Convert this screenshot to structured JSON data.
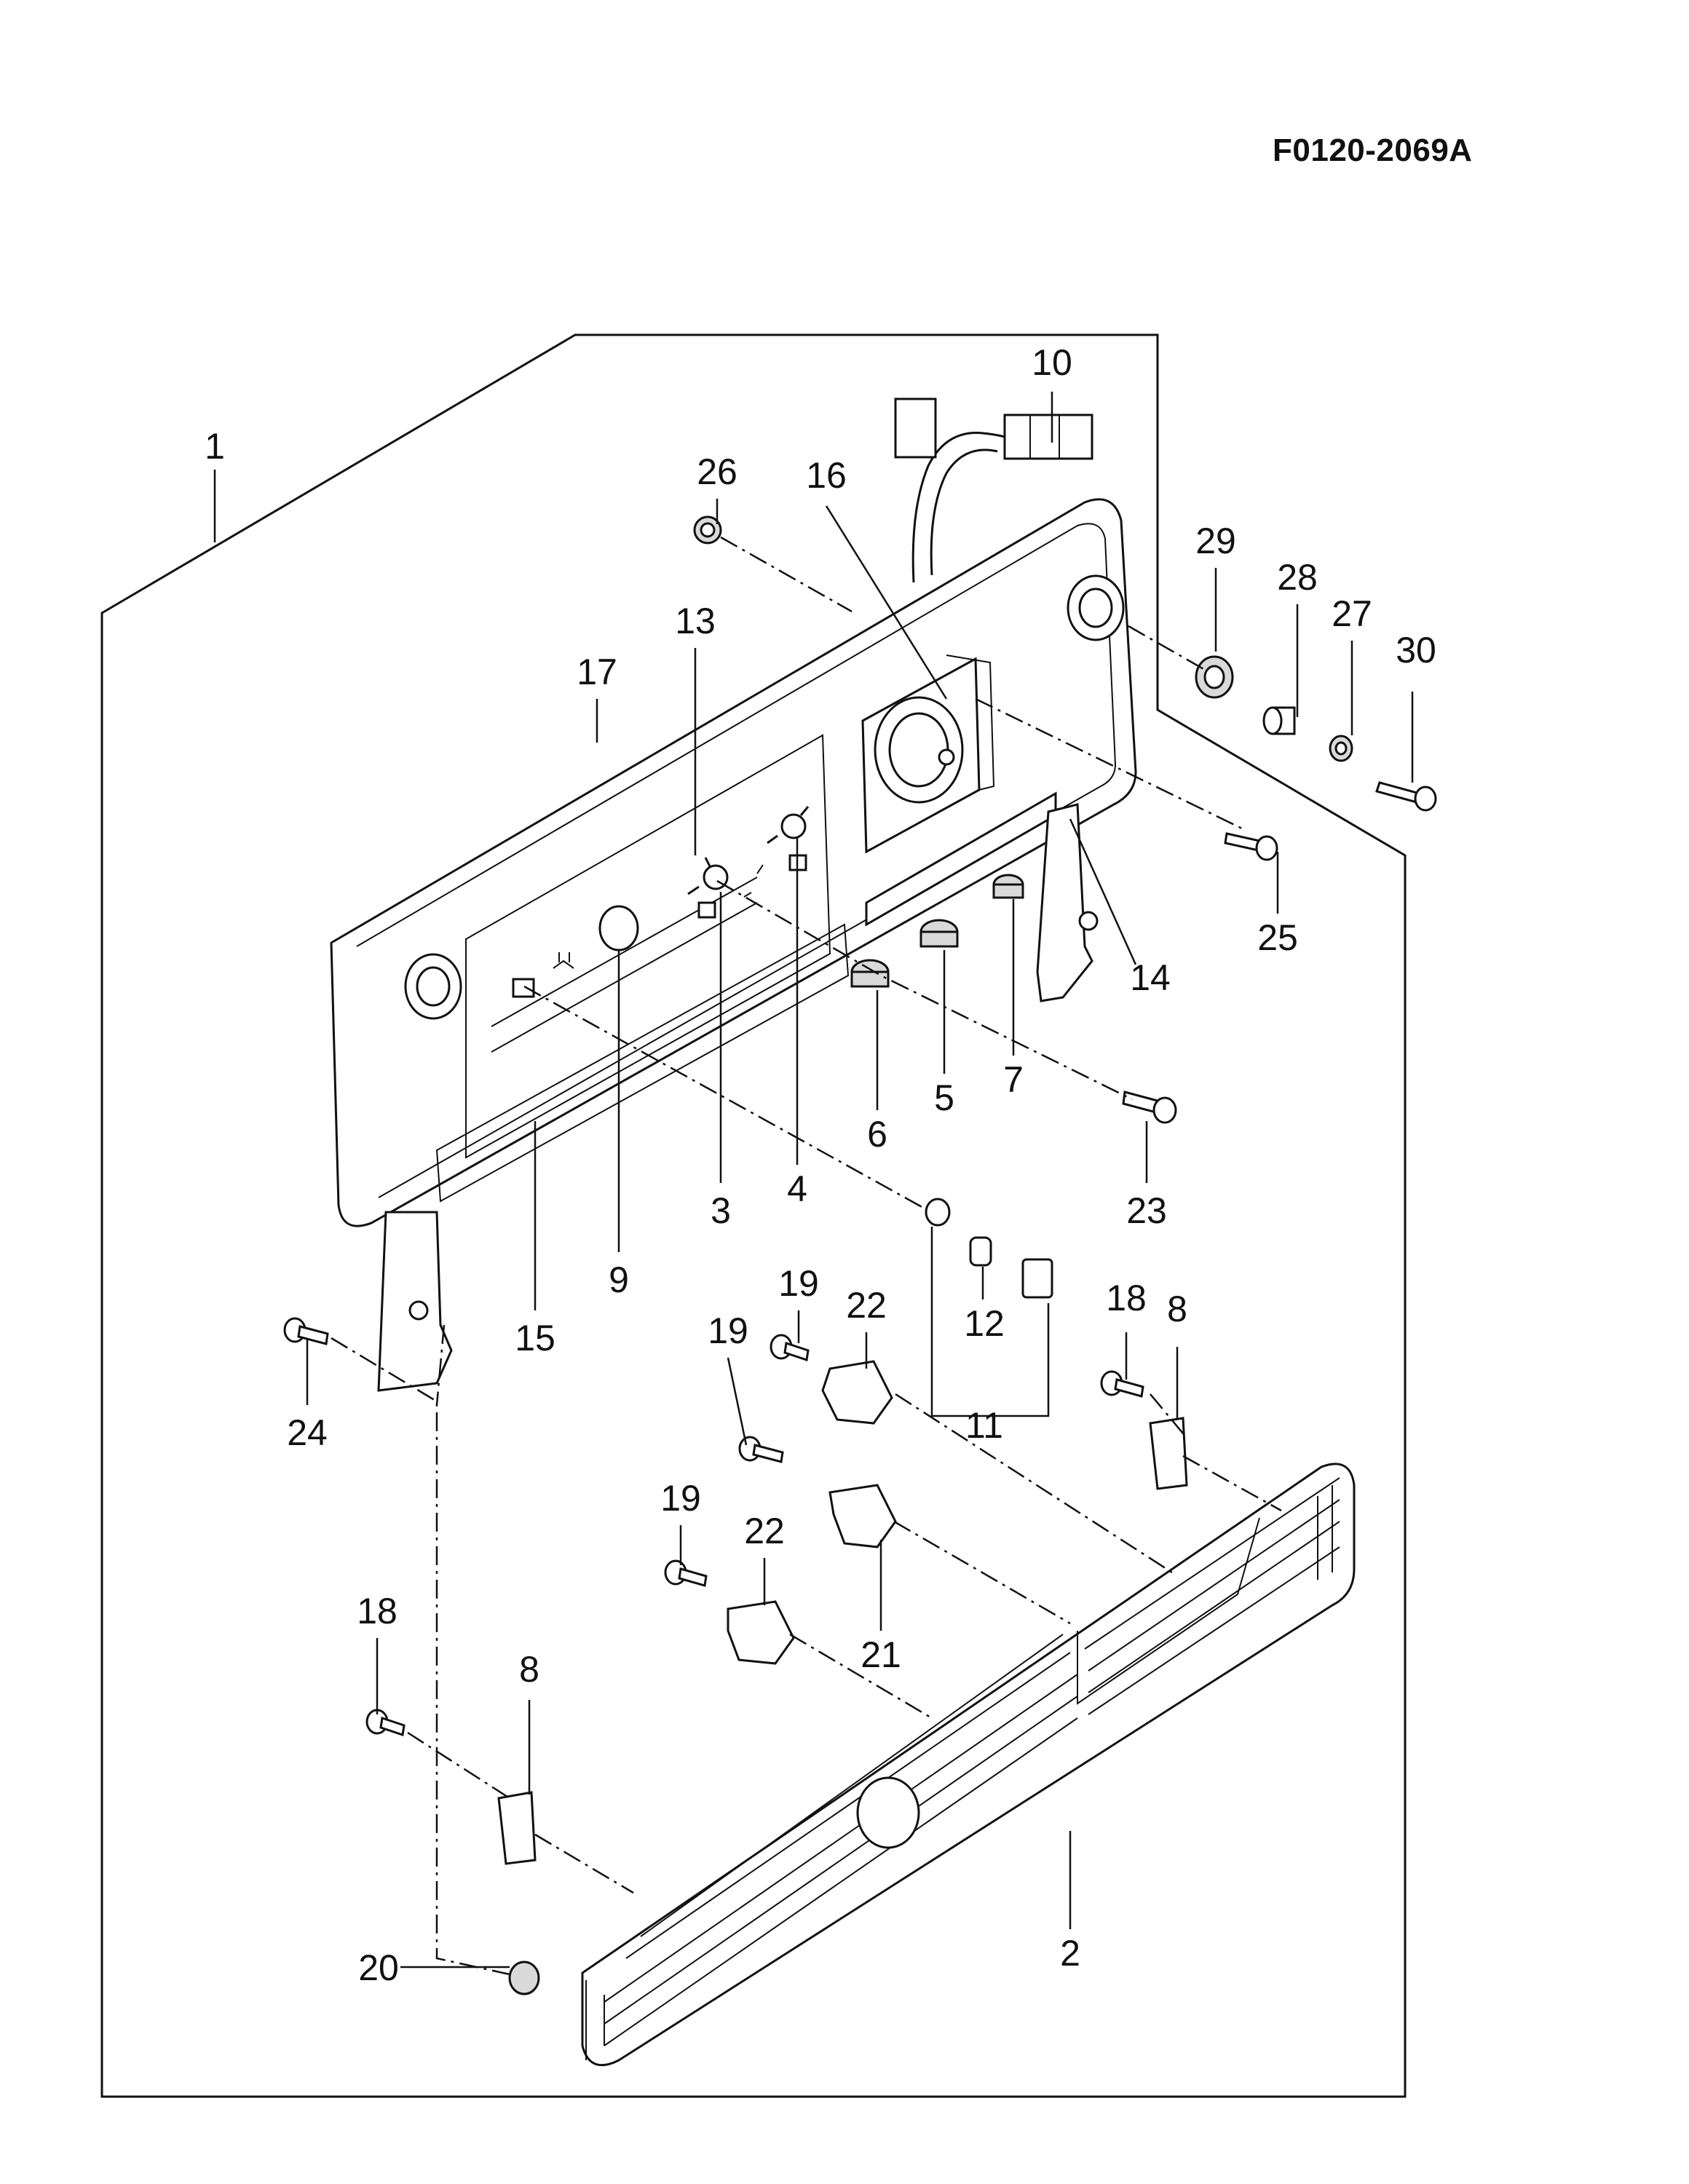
{
  "drawing_id": "F0120-2069A",
  "callouts": [
    "1",
    "2",
    "3",
    "4",
    "5",
    "6",
    "7",
    "8",
    "8",
    "9",
    "10",
    "11",
    "12",
    "13",
    "14",
    "15",
    "16",
    "17",
    "18",
    "18",
    "19",
    "19",
    "19",
    "20",
    "21",
    "22",
    "22",
    "23",
    "24",
    "25",
    "26",
    "27",
    "28",
    "29",
    "30"
  ]
}
